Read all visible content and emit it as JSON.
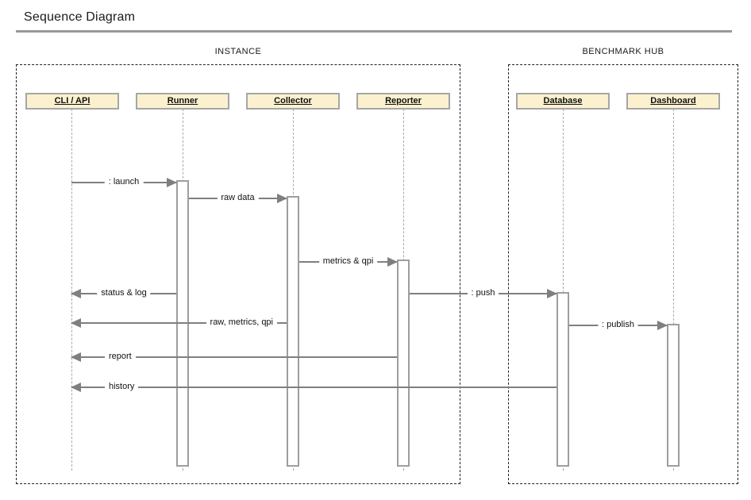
{
  "title": "Sequence Diagram",
  "frames": [
    {
      "label": "INSTANCE"
    },
    {
      "label": "BENCHMARK HUB"
    }
  ],
  "actors": [
    {
      "label": "CLI / API",
      "frame": "INSTANCE"
    },
    {
      "label": "Runner",
      "frame": "INSTANCE"
    },
    {
      "label": "Collector",
      "frame": "INSTANCE"
    },
    {
      "label": "Reporter",
      "frame": "INSTANCE"
    },
    {
      "label": "Database",
      "frame": "BENCHMARK HUB"
    },
    {
      "label": "Dashboard",
      "frame": "BENCHMARK HUB"
    }
  ],
  "messages": [
    {
      "label": ": launch",
      "from": "CLI / API",
      "to": "Runner",
      "direction": "right"
    },
    {
      "label": "raw data",
      "from": "Runner",
      "to": "Collector",
      "direction": "right"
    },
    {
      "label": "metrics & qpi",
      "from": "Collector",
      "to": "Reporter",
      "direction": "right"
    },
    {
      "label": "status & log",
      "from": "Runner",
      "to": "CLI / API",
      "direction": "left"
    },
    {
      "label": ": push",
      "from": "Reporter",
      "to": "Database",
      "direction": "right"
    },
    {
      "label": "raw, metrics, qpi",
      "from": "Collector",
      "to": "CLI / API",
      "direction": "left"
    },
    {
      "label": ": publish",
      "from": "Database",
      "to": "Dashboard",
      "direction": "right"
    },
    {
      "label": "report",
      "from": "Reporter",
      "to": "CLI / API",
      "direction": "left"
    },
    {
      "label": "history",
      "from": "Database",
      "to": "CLI / API",
      "direction": "left"
    }
  ],
  "colors": {
    "actor_fill": "#fbf1cf",
    "actor_border": "#a6a6a6",
    "message_line": "#7f7f7f",
    "lifeline": "#a8a8a8",
    "frame_border": "#222222",
    "title_rule": "#999999"
  }
}
